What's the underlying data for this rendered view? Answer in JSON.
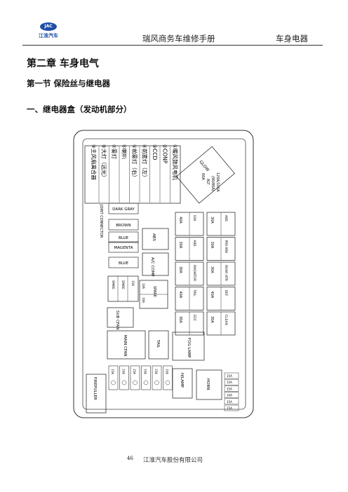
{
  "header": {
    "logo_name": "JAC-logo-icon",
    "logo_mark": "JAC",
    "logo_text": "江淮汽车",
    "title": "瑞风商务车维修手册",
    "section": "车身电器"
  },
  "content": {
    "chapter": "第二章  车身电气",
    "section": "第一节  保险丝与继电器",
    "subsection": "一、继电器盒（发动机部分）"
  },
  "diagram": {
    "legend": [
      {
        "no": "①",
        "text": "暖风鼓风电机"
      },
      {
        "no": "②",
        "text": "CONP"
      },
      {
        "no": "③",
        "text": "CCD"
      },
      {
        "no": "④",
        "text": "前雾灯（左）"
      },
      {
        "no": "⑤",
        "text": "前雾灯（右）"
      },
      {
        "no": "⑥",
        "text": "喇叭"
      },
      {
        "no": "⑦",
        "text": "雾灯"
      },
      {
        "no": "⑧",
        "text": "大灯（远光）"
      },
      {
        "no": "⑨",
        "text": "主风扇离合器"
      }
    ],
    "joint_connector": "JOINT CONNECTOR",
    "joint_labels": [
      "DARK GRAY",
      "BROWN",
      "BLUE",
      "MAGENTA",
      "BLUE"
    ],
    "glow_box": {
      "title": "GLOW",
      "l1": "60A",
      "l2": "ALT",
      "l3": "(90/80A)",
      "l4": "120A/100A"
    },
    "fuse_col1": [
      {
        "amp": "40A",
        "name": "IGN"
      },
      {
        "amp": "30A",
        "name": "ABS"
      },
      {
        "amp": "30A",
        "name": "RADIATOR"
      },
      {
        "amp": "40A",
        "name": "TAIL"
      },
      {
        "amp": "30A",
        "name": "ECC"
      }
    ],
    "fuse_col2": [
      {
        "amp": "30A",
        "name": "ABS"
      },
      {
        "amp": "30A",
        "name": "PRE-MIX"
      },
      {
        "amp": "30A",
        "name": "REAR HTR"
      },
      {
        "amp": "40A",
        "name": "DEF"
      },
      {
        "amp": "30A",
        "name": "CLEAN"
      }
    ],
    "relays": {
      "abs": "ABS",
      "ac_comp": "A/C COMP",
      "sub_cfan": "SUB CFAN",
      "main_cfan": "MAIN CFAN",
      "tail": "TAIL",
      "fog_lamp": "FOG LAMP",
      "headlamp": "H/LAMP",
      "horn": "HORN",
      "fire_puller": "FIREPULLER"
    },
    "spare_label": "SPARE",
    "spare_amp": "15A",
    "spare_amp2": "10A",
    "spare_amp3": "10A",
    "small_fuses": [
      "15A",
      "15A",
      "15A",
      "15A",
      "15A",
      "15A"
    ],
    "right_small": [
      "15A",
      "15A",
      "15A",
      "10A",
      "15A",
      "15A"
    ]
  },
  "footer": {
    "page": "46",
    "company": "江淮汽车股份有限公司"
  }
}
